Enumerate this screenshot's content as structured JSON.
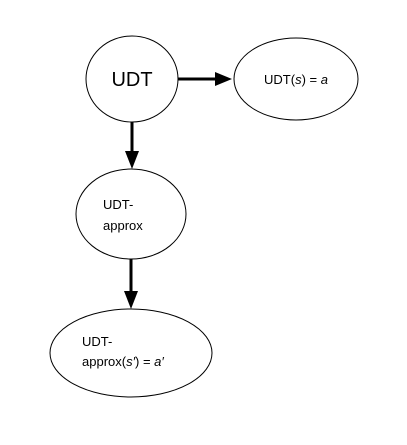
{
  "nodes": {
    "udt": {
      "label": "UDT"
    },
    "udt_s": {
      "prefix": "UDT(",
      "var": "s",
      "middle": ") = ",
      "result": "a"
    },
    "udt_approx": {
      "line1": "UDT-",
      "line2": "approx"
    },
    "udt_approx_s": {
      "line1": "UDT-",
      "prefix": "approx(",
      "var": "s′",
      "middle": ") = ",
      "result": "a′"
    }
  },
  "edges": [
    {
      "from": "udt",
      "to": "udt_s"
    },
    {
      "from": "udt",
      "to": "udt_approx"
    },
    {
      "from": "udt_approx",
      "to": "udt_approx_s"
    }
  ],
  "colors": {
    "stroke": "#000000",
    "fill": "#ffffff"
  }
}
